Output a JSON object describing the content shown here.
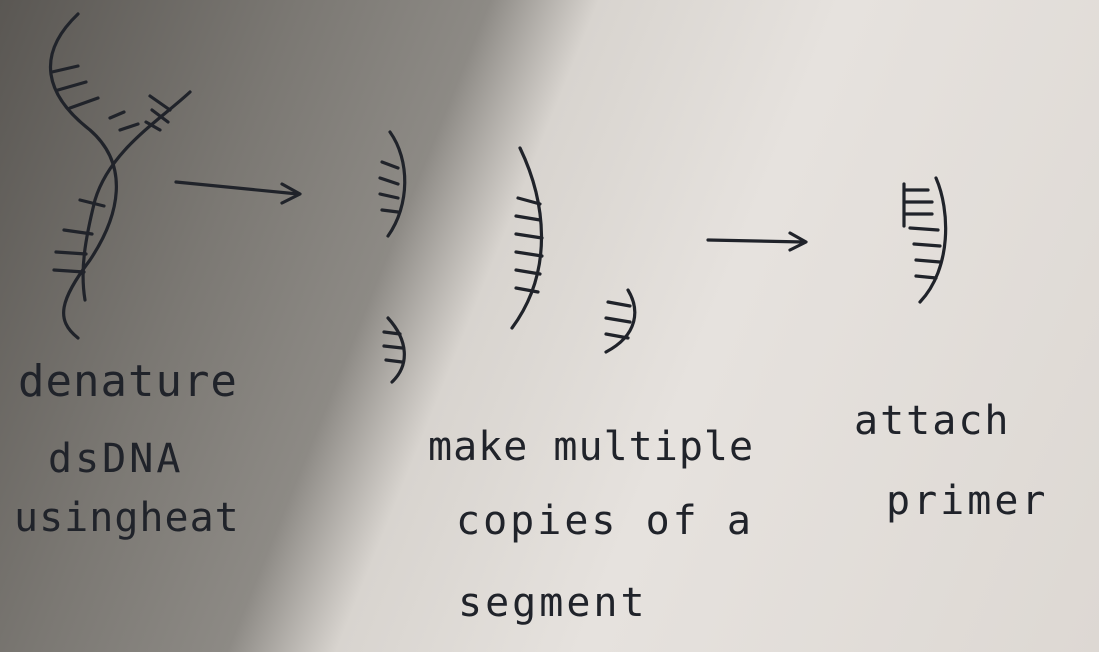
{
  "steps": [
    {
      "lines": [
        "denature",
        "dsDNA",
        "usingheat"
      ]
    },
    {
      "lines": [
        "make multiple",
        "copies of a",
        "segment"
      ]
    },
    {
      "lines": [
        "attach",
        "primer"
      ]
    }
  ],
  "colors": {
    "ink": "#20232a",
    "paper": "#e6e2de",
    "shadow": "#6a6762"
  }
}
